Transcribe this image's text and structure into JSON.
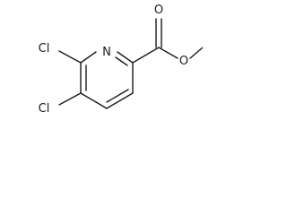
{
  "molecule": {
    "atoms": {
      "ring_nitrogen": "N",
      "carbonyl_oxygen": "O",
      "ester_oxygen": "O",
      "chlorine_6": "Cl",
      "chlorine_5": "Cl"
    }
  }
}
